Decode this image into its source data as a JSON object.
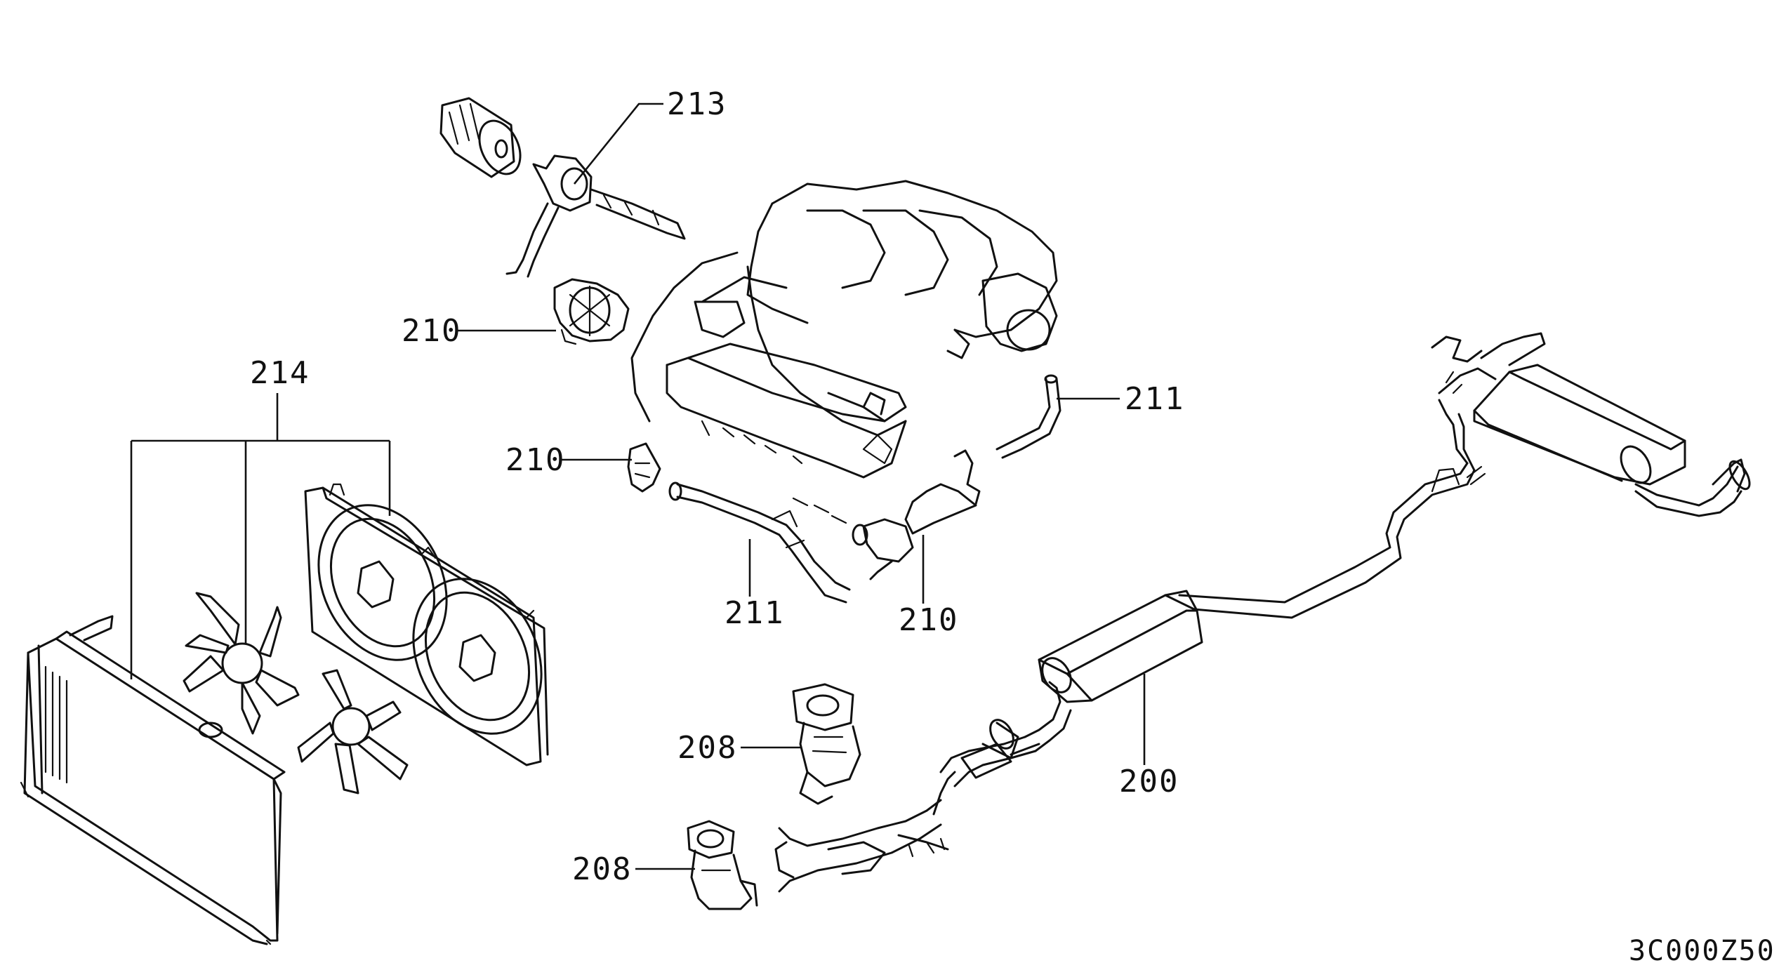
{
  "diagram": {
    "callouts": {
      "c213": "213",
      "c210_a": "210",
      "c210_b": "210",
      "c210_c": "210",
      "c211_a": "211",
      "c211_b": "211",
      "c214": "214",
      "c208_a": "208",
      "c208_b": "208",
      "c200": "200"
    },
    "drawing_code": "3C000Z50"
  }
}
